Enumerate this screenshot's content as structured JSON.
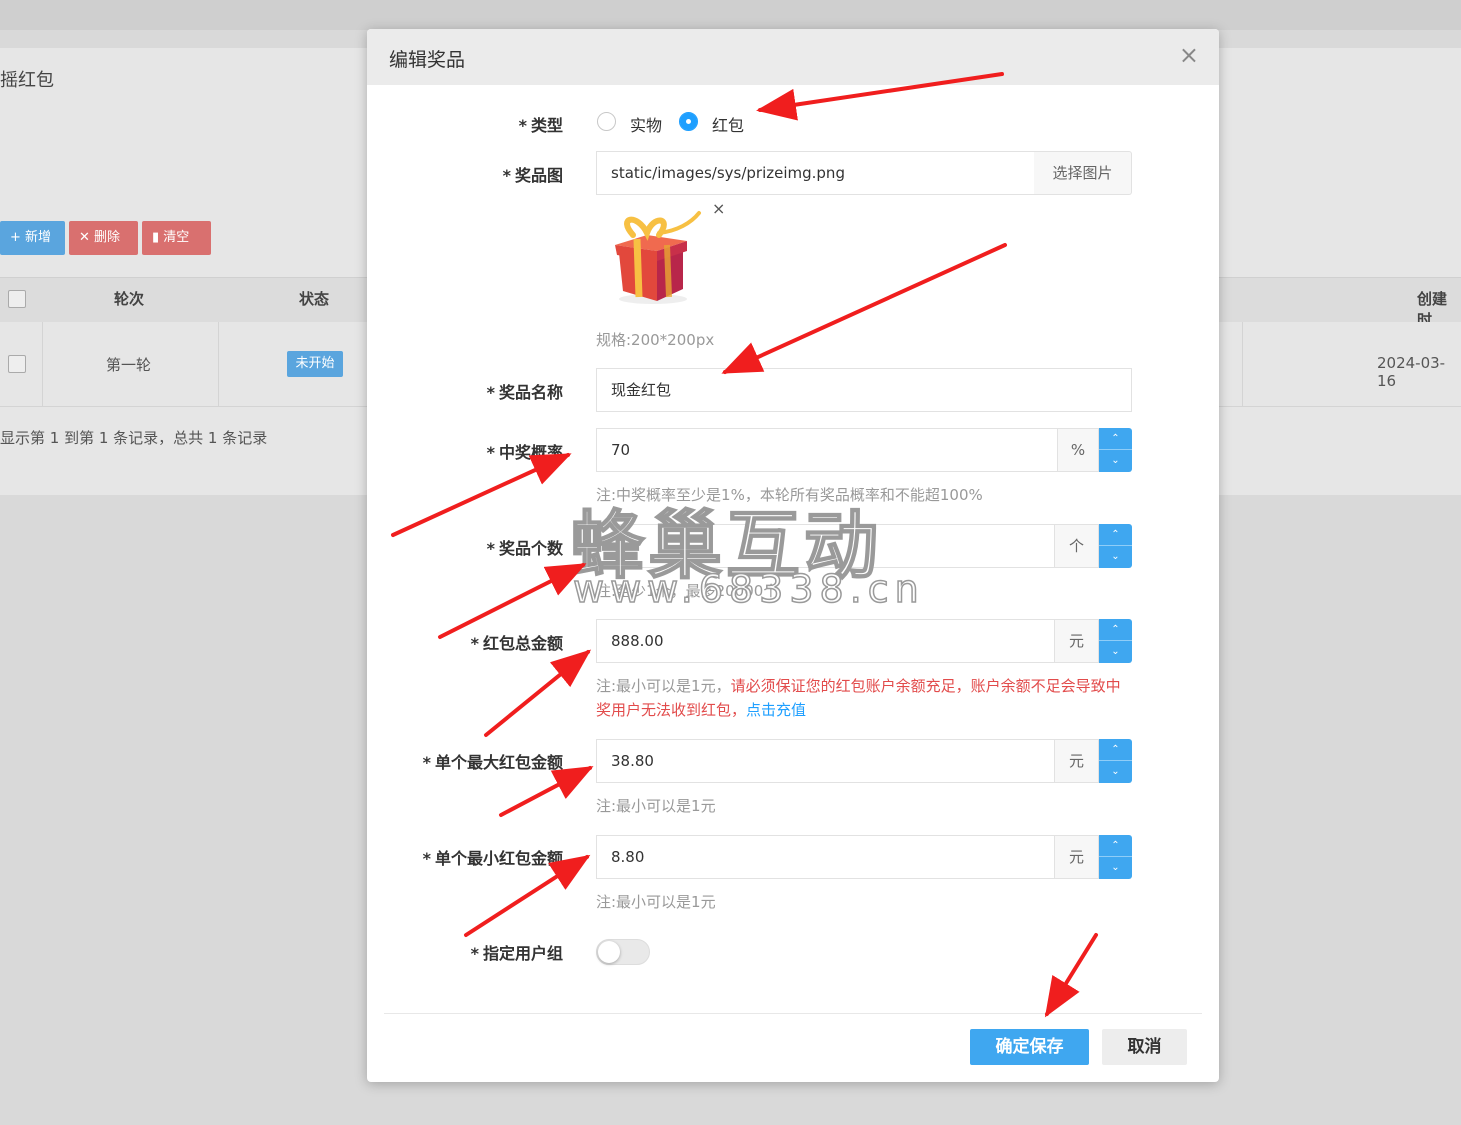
{
  "background": {
    "title": "摇红包",
    "buttons": {
      "add": "+ 新增",
      "delete": "✕ 删除",
      "clear": "清空"
    },
    "table": {
      "headers": [
        "轮次",
        "状态",
        "创建时"
      ],
      "row": {
        "round": "第一轮",
        "status": "未开始",
        "created": "2024-03-16"
      },
      "footer": "显示第 1 到第 1 条记录，总共 1 条记录"
    }
  },
  "modal": {
    "title": "编辑奖品",
    "close": "×",
    "fields": {
      "type": {
        "label": "类型",
        "options": [
          "实物",
          "红包"
        ],
        "selected": "红包"
      },
      "image": {
        "label": "奖品图",
        "value": "static/images/sys/prizeimg.png",
        "button": "选择图片",
        "remove": "×",
        "hint": "规格:200*200px"
      },
      "name": {
        "label": "奖品名称",
        "value": "现金红包"
      },
      "probability": {
        "label": "中奖概率",
        "value": "70",
        "unit": "%",
        "hint": "注:中奖概率至少是1%，本轮所有奖品概率和不能超100%"
      },
      "count": {
        "label": "奖品个数",
        "value": "",
        "unit": "个",
        "hint": "注:至少1个，最多20000个"
      },
      "total_amount": {
        "label": "红包总金额",
        "value": "888.00",
        "unit": "元",
        "hint_normal": "注:最小可以是1元，",
        "hint_warning": "请必须保证您的红包账户余额充足，账户余额不足会导致中奖用户无法收到红包，",
        "hint_link": "点击充值"
      },
      "max_amount": {
        "label": "单个最大红包金额",
        "value": "38.80",
        "unit": "元",
        "hint": "注:最小可以是1元"
      },
      "min_amount": {
        "label": "单个最小红包金额",
        "value": "8.80",
        "unit": "元",
        "hint": "注:最小可以是1元"
      },
      "user_group": {
        "label": "指定用户组",
        "enabled": false
      }
    },
    "buttons": {
      "save": "确定保存",
      "cancel": "取消"
    }
  },
  "watermark": {
    "main": "蜂巢互动",
    "sub": "www.68338.cn"
  },
  "colors": {
    "primary": "#3fa7f0",
    "danger": "#e24b4b",
    "link": "#1e9fff",
    "arrow": "#f01e1e"
  }
}
